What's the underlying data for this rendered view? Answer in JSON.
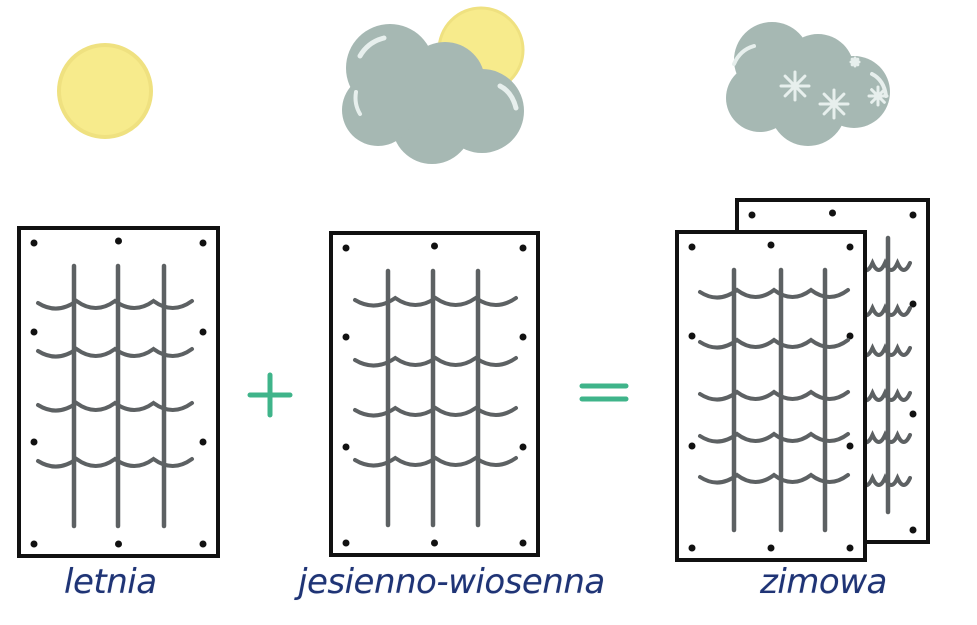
{
  "colors": {
    "sun": "#f7eb8c",
    "sun_stroke": "#efe180",
    "cloud": "#a6b8b3",
    "cloud_highlight": "#e7efed",
    "frame": "#111111",
    "strand": "#5d6163",
    "operator": "#3fb48a",
    "label": "#1f3475"
  },
  "icons": {
    "weather_1": "sun-icon",
    "weather_2": "cloud-with-sun-icon",
    "weather_3": "snow-cloud-icon"
  },
  "panels": [
    {
      "label": "letnia",
      "layers": 1
    },
    {
      "label": "jesienno-wiosenna",
      "layers": 1
    },
    {
      "label": "zimowa",
      "layers": 2
    }
  ],
  "operators": {
    "plus": "+",
    "equals": "="
  }
}
